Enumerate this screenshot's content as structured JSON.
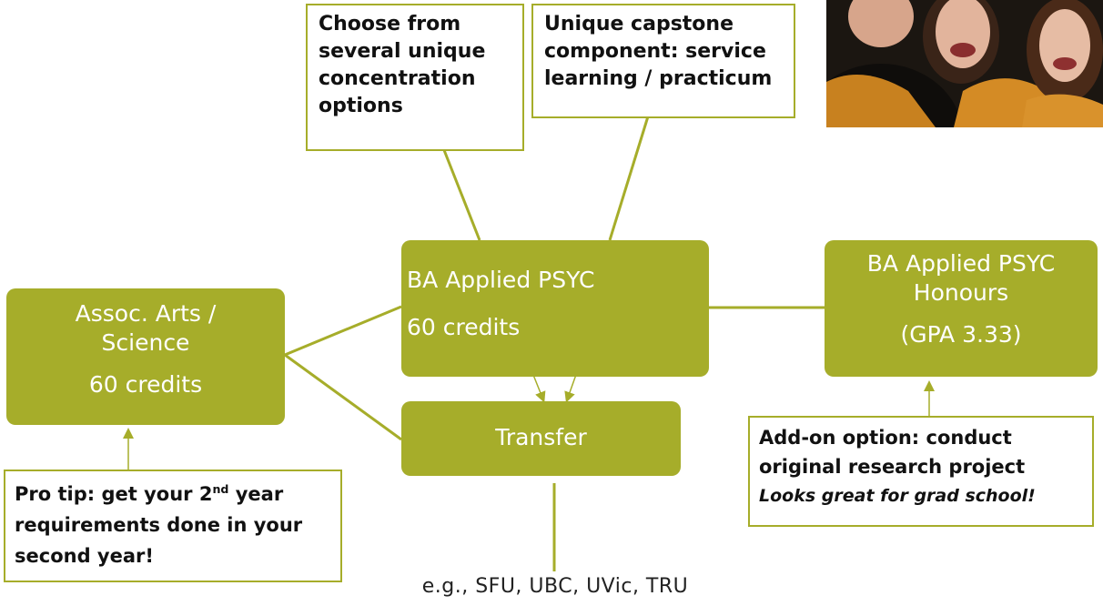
{
  "nodes": {
    "assoc": {
      "line1": "Assoc. Arts /",
      "line2": "Science",
      "line3": "60 credits"
    },
    "ba": {
      "line1": "BA Applied PSYC",
      "line2": "60 credits"
    },
    "transfer": {
      "label": "Transfer"
    },
    "honours": {
      "line1": "BA Applied PSYC",
      "line2": "Honours",
      "line3": "(GPA 3.33)"
    }
  },
  "callouts": {
    "concentration": [
      "Choose from",
      "several unique",
      "concentration",
      "options"
    ],
    "capstone": [
      "Unique capstone",
      "component: service",
      "learning / practicum"
    ],
    "pro_tip": {
      "part1": "Pro tip: get your 2",
      "sup": "nd",
      "part2": " year",
      "line2": "requirements done in your",
      "line3": "second year!"
    },
    "addon": {
      "line1": "Add-on option: conduct",
      "line2": "original research project",
      "line3": "Looks great for grad school!"
    }
  },
  "footer": {
    "text": "e.g., SFU, UBC, UVic, TRU"
  },
  "colors": {
    "node_fill": "#a6ad2a",
    "node_text": "#ffffff",
    "border": "#a6ad2a",
    "line": "#a6ad2a"
  }
}
